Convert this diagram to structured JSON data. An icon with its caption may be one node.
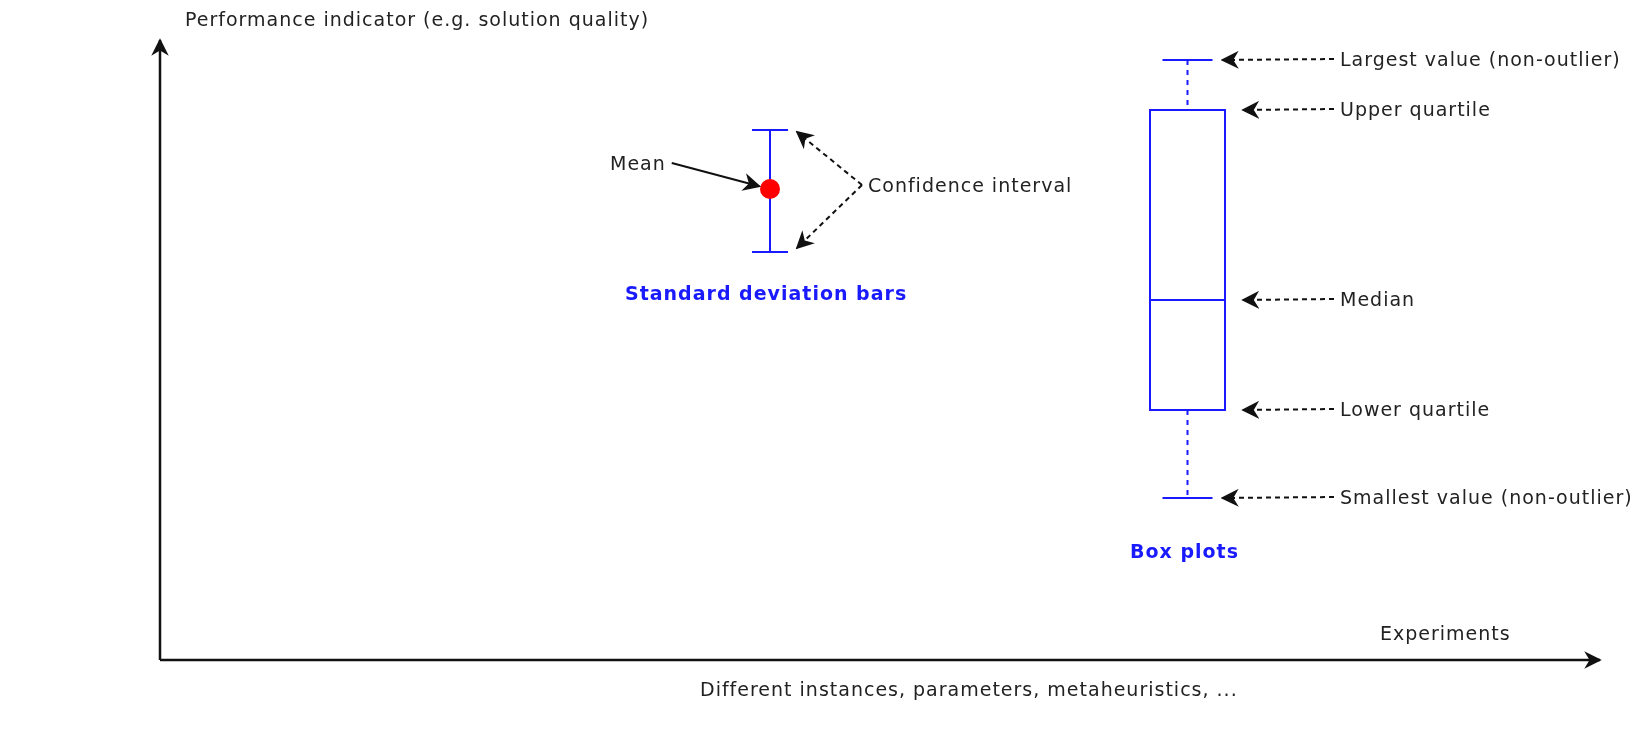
{
  "diagram": {
    "nodes": [
      {
        "text": [
          "Mean"
        ]
      },
      {
        "text": [],
        "shape": "circle",
        "in": 8
      },
      {
        "text": [
          "Confidence interval"
        ]
      },
      {
        "text": [
          "Largest value (non-outlier)"
        ]
      },
      {
        "text": [
          "Upper quartile"
        ]
      },
      {
        "text": [
          "Median"
        ]
      },
      {
        "text": [
          "Lower quartile"
        ]
      },
      {
        "text": [
          "Smallest value (non-outlier)"
        ]
      },
      {
        "text": [],
        "shape": "picture"
      },
      {
        "text": [],
        "shape": "picture"
      }
    ],
    "edges": [
      {
        "from": 0,
        "to": 1,
        "arrow": "to"
      },
      {
        "from": 2,
        "to": 8,
        "arrow": "to",
        "style": "dashed"
      },
      {
        "from": 2,
        "to": 8,
        "arrow": "to",
        "style": "dashed"
      },
      {
        "from": 3,
        "to": 9,
        "arrow": "to",
        "style": "dashed"
      },
      {
        "from": 4,
        "to": 9,
        "arrow": "to",
        "style": "dashed"
      },
      {
        "from": 5,
        "to": 9,
        "arrow": "to",
        "style": "dashed"
      },
      {
        "from": 6,
        "to": 9,
        "arrow": "to",
        "style": "dashed"
      },
      {
        "from": 7,
        "to": 9,
        "arrow": "to",
        "style": "dashed"
      }
    ],
    "labels": [
      "Performance indicator (e.g. solution quality)",
      "Standard deviation bars",
      "Box plots",
      "Experiments",
      "Different instances, parameters, metaheuristics, ..."
    ]
  }
}
